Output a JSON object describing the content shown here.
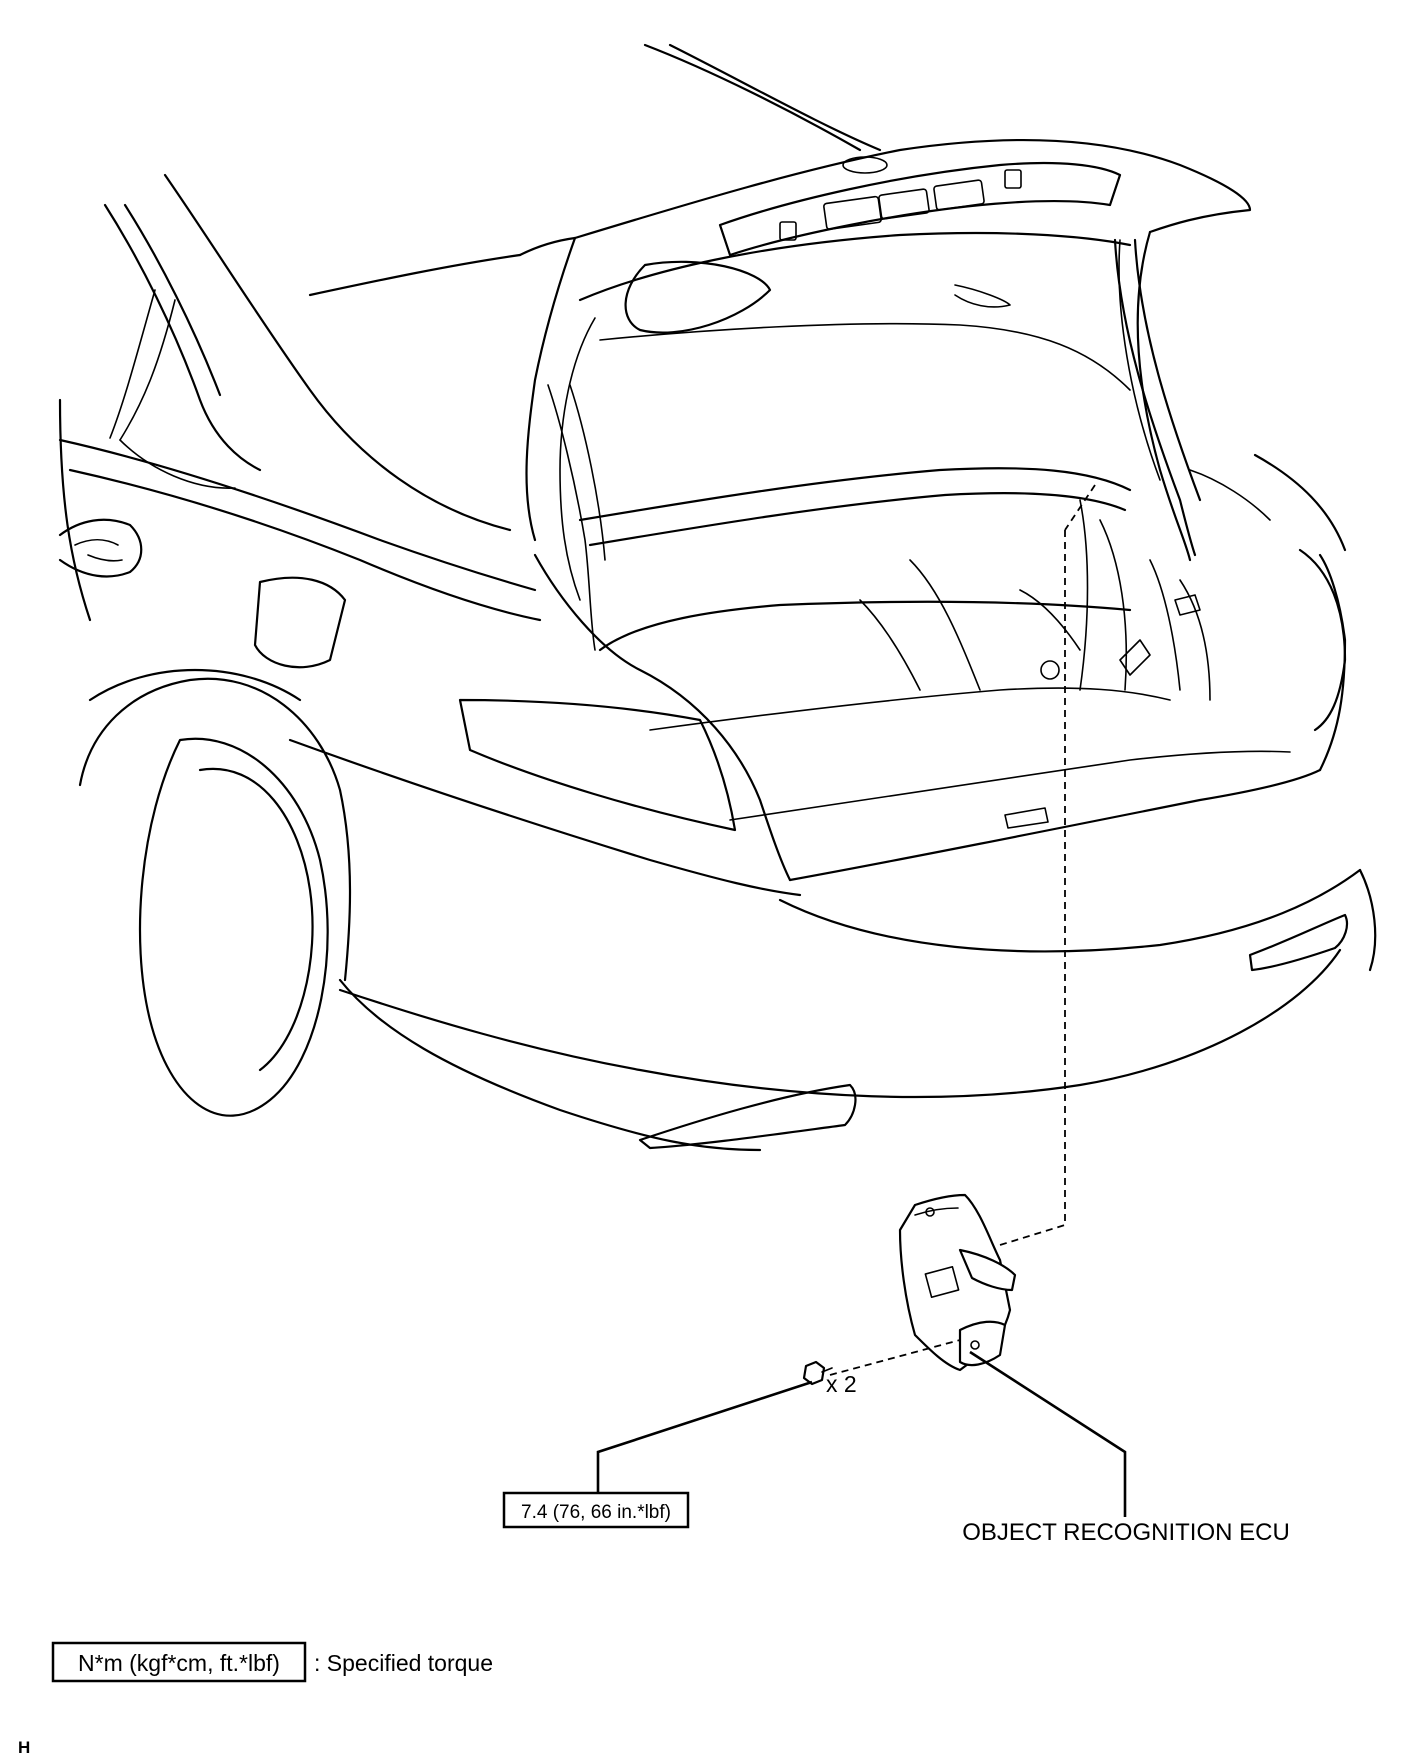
{
  "labels": {
    "torque_value": "7.4 (76, 66 in.*lbf)",
    "component": "OBJECT RECOGNITION ECU",
    "bolt_qty": "x 2",
    "legend_unit": "N*m (kgf*cm, ft.*lbf)",
    "legend_desc": ": Specified torque",
    "corner_mark": "H"
  },
  "icons": {
    "car": "sedan-rear-trunk-open-illustration",
    "ecu": "ecu-module-icon",
    "bolt": "bolt-icon"
  }
}
